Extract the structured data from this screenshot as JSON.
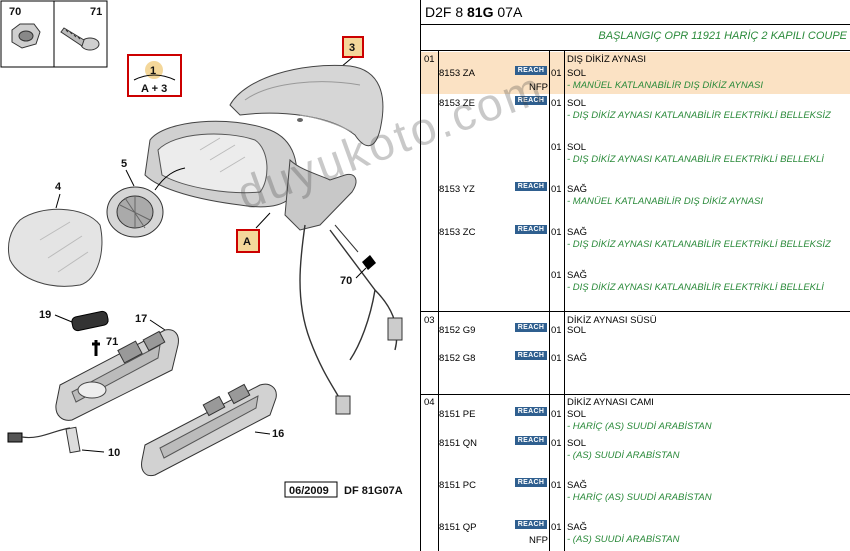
{
  "diagram": {
    "callouts": {
      "c70": "70",
      "c71": "71",
      "c1": "1",
      "c1b": "A + 3",
      "c3": "3",
      "c4": "4",
      "c5": "5",
      "cA": "A",
      "c70b": "70",
      "c19": "19",
      "c17": "17",
      "c71b": "71",
      "c10": "10",
      "c16": "16"
    },
    "date": "06/2009",
    "code": "DF 81G07A",
    "watermark": "duyukoto.com"
  },
  "panel": {
    "header_prefix": "D2F 8 ",
    "header_bold": "81G",
    "header_suffix": " 07A",
    "subtitle": "BAŞLANGIÇ OPR 11921 HARİÇ 2 KAPILI COUPE",
    "reach": "REACH",
    "nfp": "NFP",
    "groups": [
      {
        "num": "01",
        "title": "DIŞ DİKİZ AYNASI"
      },
      {
        "num": "03",
        "title": "DİKİZ AYNASI SÜSÜ"
      },
      {
        "num": "04",
        "title": "DİKİZ AYNASI CAMI"
      }
    ],
    "rows": [
      {
        "ref": "8153 ZA",
        "qty": "01",
        "side": "SOL",
        "desc": "- MANÜEL KATLANABİLİR DIŞ DİKİZ AYNASI"
      },
      {
        "ref": "8153 ZE",
        "qty": "01",
        "side": "SOL",
        "desc": "- DIŞ DİKİZ AYNASI KATLANABİLİR ELEKTRİKLİ BELLEKSİZ"
      },
      {
        "ref": "",
        "qty": "01",
        "side": "SOL",
        "desc": "- DIŞ DİKİZ AYNASI KATLANABİLİR ELEKTRİKLİ BELLEKLİ"
      },
      {
        "ref": "8153 YZ",
        "qty": "01",
        "side": "SAĞ",
        "desc": "- MANÜEL KATLANABİLİR DIŞ DİKİZ AYNASI"
      },
      {
        "ref": "8153 ZC",
        "qty": "01",
        "side": "SAĞ",
        "desc": "- DIŞ DİKİZ AYNASI KATLANABİLİR ELEKTRİKLİ BELLEKSİZ"
      },
      {
        "ref": "",
        "qty": "01",
        "side": "SAĞ",
        "desc": "- DIŞ DİKİZ AYNASI KATLANABİLİR ELEKTRİKLİ BELLEKLİ"
      },
      {
        "ref": "8152 G9",
        "qty": "01",
        "side": "SOL",
        "desc": ""
      },
      {
        "ref": "8152 G8",
        "qty": "01",
        "side": "SAĞ",
        "desc": ""
      },
      {
        "ref": "8151 PE",
        "qty": "01",
        "side": "SOL",
        "desc": "- HARİÇ (AS) SUUDİ ARABİSTAN"
      },
      {
        "ref": "8151 QN",
        "qty": "01",
        "side": "SOL",
        "desc": "- (AS) SUUDİ ARABİSTAN"
      },
      {
        "ref": "8151 PC",
        "qty": "01",
        "side": "SAĞ",
        "desc": "- HARİÇ (AS) SUUDİ ARABİSTAN"
      },
      {
        "ref": "8151 QP",
        "qty": "01",
        "side": "SAĞ",
        "desc": "- (AS) SUUDİ ARABİSTAN"
      }
    ]
  }
}
